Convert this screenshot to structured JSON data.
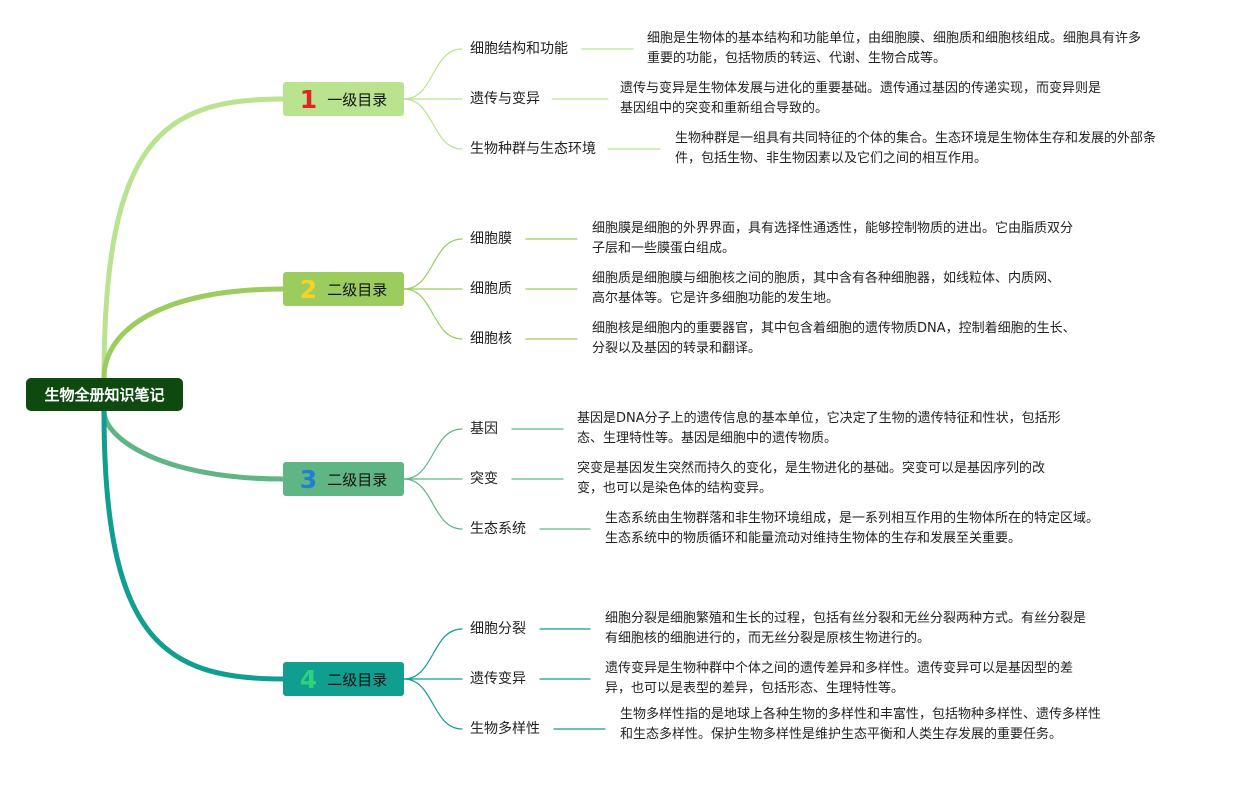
{
  "root": {
    "label": "生物全册知识笔记"
  },
  "chapters": [
    {
      "num": "1",
      "label": "一级目录",
      "color": "#b9e38f",
      "num_color": "#e02424",
      "line_color": "#b9e38f",
      "topics": [
        {
          "title": "细胞结构和功能",
          "desc": "细胞是生物体的基本结构和功能单位，由细胞膜、细胞质和细胞核组成。细胞具有许多重要的功能，包括物质的转运、代谢、生物合成等。"
        },
        {
          "title": "遗传与变异",
          "desc": "遗传与变异是生物体发展与进化的重要基础。遗传通过基因的传递实现，而变异则是基因组中的突变和重新组合导致的。"
        },
        {
          "title": "生物种群与生态环境",
          "desc": "生物种群是一组具有共同特征的个体的集合。生态环境是生物体生存和发展的外部条件，包括生物、非生物因素以及它们之间的相互作用。"
        }
      ]
    },
    {
      "num": "2",
      "label": "二级目录",
      "color": "#9bcc5d",
      "num_color": "#f5d328",
      "line_color": "#9bcc5d",
      "topics": [
        {
          "title": "细胞膜",
          "desc": "细胞膜是细胞的外界界面，具有选择性通透性，能够控制物质的进出。它由脂质双分子层和一些膜蛋白组成。"
        },
        {
          "title": "细胞质",
          "desc": "细胞质是细胞膜与细胞核之间的胞质，其中含有各种细胞器，如线粒体、内质网、高尔基体等。它是许多细胞功能的发生地。"
        },
        {
          "title": "细胞核",
          "desc": "细胞核是细胞内的重要器官，其中包含着细胞的遗传物质DNA，控制着细胞的生长、分裂以及基因的转录和翻译。"
        }
      ]
    },
    {
      "num": "3",
      "label": "二级目录",
      "color": "#5fb684",
      "num_color": "#1f7fd1",
      "line_color": "#5fb684",
      "topics": [
        {
          "title": "基因",
          "desc": "基因是DNA分子上的遗传信息的基本单位，它决定了生物的遗传特征和性状，包括形态、生理特性等。基因是细胞中的遗传物质。"
        },
        {
          "title": "突变",
          "desc": "突变是基因发生突然而持久的变化，是生物进化的基础。突变可以是基因序列的改变，也可以是染色体的结构变异。"
        },
        {
          "title": "生态系统",
          "desc": "生态系统由生物群落和非生物环境组成，是一系列相互作用的生物体所在的特定区域。生态系统中的物质循环和能量流动对维持生物体的生存和发展至关重要。"
        }
      ]
    },
    {
      "num": "4",
      "label": "二级目录",
      "color": "#0f9e90",
      "num_color": "#2fd17a",
      "line_color": "#0f9e90",
      "topics": [
        {
          "title": "细胞分裂",
          "desc": "细胞分裂是细胞繁殖和生长的过程，包括有丝分裂和无丝分裂两种方式。有丝分裂是有细胞核的细胞进行的，而无丝分裂是原核生物进行的。"
        },
        {
          "title": "遗传变异",
          "desc": "遗传变异是生物种群中个体之间的遗传差异和多样性。遗传变异可以是基因型的差异，也可以是表型的差异，包括形态、生理特性等。"
        },
        {
          "title": "生物多样性",
          "desc": "生物多样性指的是地球上各种生物的多样性和丰富性，包括物种多样性、遗传多样性和生态多样性。保护生物多样性是维护生态平衡和人类生存发展的重要任务。"
        }
      ]
    }
  ]
}
